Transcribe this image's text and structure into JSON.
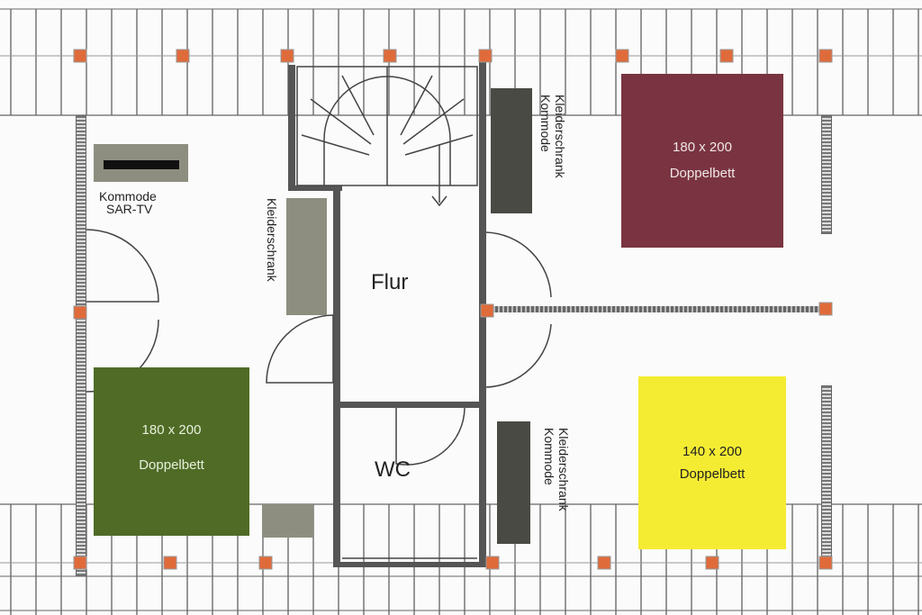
{
  "colors": {
    "bed_top_right": "#7a3441",
    "bed_bottom_left": "#4f6b26",
    "bed_bottom_right": "#f4ec33",
    "wardrobe_dark": "#4a4a45",
    "wardrobe_grey": "#8e8e80",
    "tv_black": "#111111"
  },
  "rooms": {
    "hallway": "Flur",
    "toilet": "WC"
  },
  "furniture": {
    "bed_top_right": {
      "size": "180 x 200",
      "type": "Doppelbett"
    },
    "bed_bottom_left": {
      "size": "180 x 200",
      "type": "Doppelbett"
    },
    "bed_bottom_right": {
      "size": "140 x 200",
      "type": "Doppelbett"
    },
    "dresser_tv": {
      "line1": "Kommode",
      "line2": "SAR-TV"
    },
    "wardrobe_left": "Kleiderschrank",
    "wardrobe_dresser_top": {
      "line1": "Kleiderschrank",
      "line2": "Kommode"
    },
    "wardrobe_dresser_bottom": {
      "line1": "Kleiderschrank",
      "line2": "Kommode"
    }
  }
}
